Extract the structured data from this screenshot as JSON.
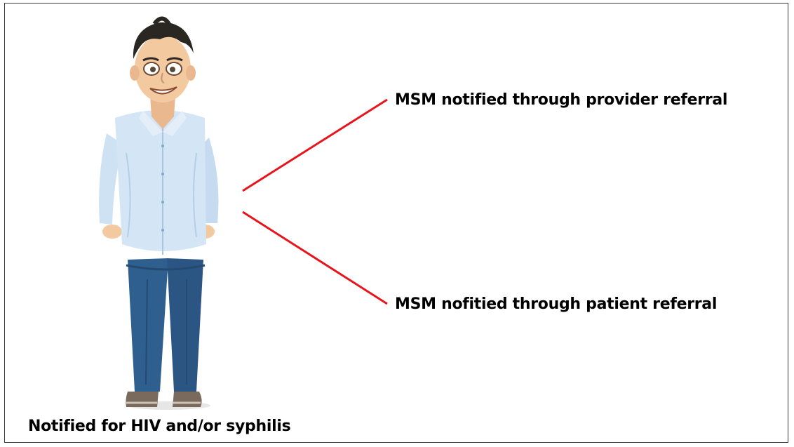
{
  "diagram": {
    "person": {
      "icon": "cartoon-man-icon",
      "caption": "Notified for HIV and/or syphilis"
    },
    "branches": [
      {
        "label": "MSM notified through provider referral"
      },
      {
        "label": "MSM nofitied through patient referral"
      }
    ],
    "colors": {
      "connector": "#e8141b",
      "shirt": "#d4e6f6",
      "jeans": "#2f5f8e",
      "skin": "#f3c9a0",
      "hair": "#2a2622",
      "frame": "#3a3a3a"
    }
  }
}
